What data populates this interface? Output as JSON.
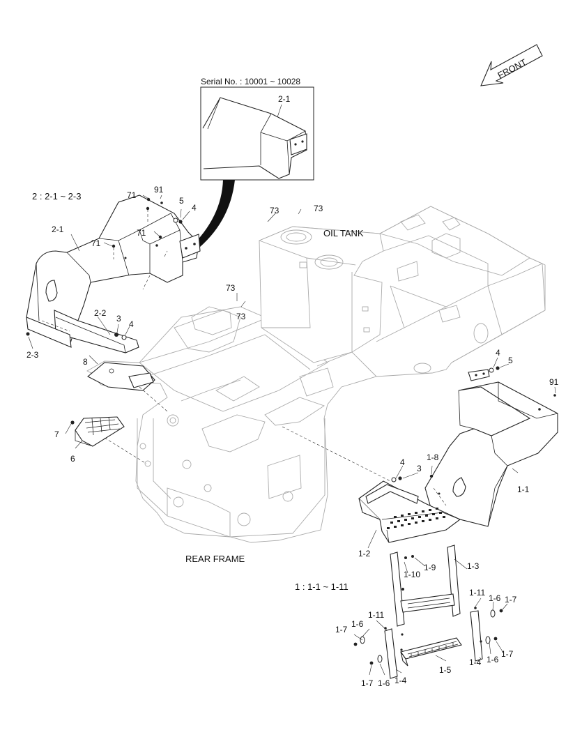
{
  "serial_box": {
    "title": "Serial No. : 10001 ~ 10028",
    "part": "2-1"
  },
  "front_arrow": {
    "label": "FRONT"
  },
  "group_notes": {
    "group2": "2 : 2-1 ~ 2-3",
    "group1": "1 : 1-1 ~ 1-11"
  },
  "area_labels": {
    "oil_tank": "OIL TANK",
    "rear_frame": "REAR FRAME"
  },
  "callouts": {
    "c71a": "71",
    "c91a": "91",
    "c5a": "5",
    "c4a": "4",
    "c71b": "71",
    "c71c": "71",
    "c2_1": "2-1",
    "c73a": "73",
    "c73b": "73",
    "c73c": "73",
    "c73d": "73",
    "c2_2": "2-2",
    "c3a": "3",
    "c4b": "4",
    "c8": "8",
    "c2_3": "2-3",
    "c7": "7",
    "c6": "6",
    "c4c": "4",
    "c5b": "5",
    "c91b": "91",
    "c1_1": "1-1",
    "c4d": "4",
    "c3b": "3",
    "c1_8": "1-8",
    "c1_2": "1-2",
    "c1_3": "1-3",
    "c1_9": "1-9",
    "c1_10": "1-10",
    "c1_11a": "1-11",
    "c1_6a": "1-6",
    "c1_7a": "1-7",
    "c1_11b": "1-11",
    "c1_6b": "1-6",
    "c1_7b": "1-7",
    "c1_4a": "1-4",
    "c1_6c": "1-6",
    "c1_7c": "1-7",
    "c1_7d": "1-7",
    "c1_6d": "1-6",
    "c1_4b": "1-4",
    "c1_5": "1-5"
  }
}
